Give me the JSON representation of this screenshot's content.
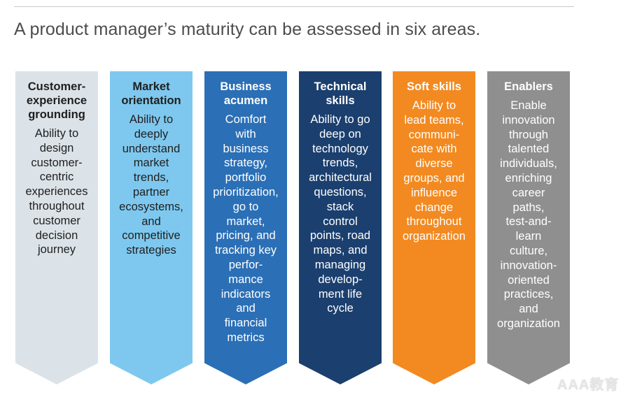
{
  "title": "A product manager’s maturity can be assessed in six areas.",
  "areas": [
    {
      "title": "Customer-\nexperience\ngrounding",
      "body": "Ability to\ndesign\ncustomer-\ncentric\nexperiences\nthroughout\ncustomer\ndecision\njourney",
      "color": "#dce3e8",
      "text_color": "#1f1f1f"
    },
    {
      "title": "Market\norientation",
      "body": "Ability to\ndeeply\nunderstand\nmarket\ntrends,\npartner\necosystems,\nand\ncompetitive\nstrategies",
      "color": "#7ec8ef",
      "text_color": "#1f1f1f"
    },
    {
      "title": "Business\nacumen",
      "body": "Comfort\nwith\nbusiness\nstrategy,\nportfolio\nprioritization,\ngo to\nmarket,\npricing, and\ntracking key\nperfor-\nmance\nindicators\nand\nfinancial\nmetrics",
      "color": "#2b6fb6",
      "text_color": "#ffffff"
    },
    {
      "title": "Technical\nskills",
      "body": "Ability to go\ndeep on\ntechnology\ntrends,\narchitectural\nquestions,\nstack\ncontrol\npoints, road\nmaps, and\nmanaging\ndevelop-\nment life\ncycle",
      "color": "#1b3f6e",
      "text_color": "#ffffff"
    },
    {
      "title": "Soft skills",
      "body": "Ability to\nlead teams,\ncommuni-\ncate with\ndiverse\ngroups, and\ninfluence\nchange\nthroughout\norganization",
      "color": "#f28a21",
      "text_color": "#ffffff"
    },
    {
      "title": "Enablers",
      "body": "Enable\ninnovation\nthrough\ntalented\nindividuals,\nenriching\ncareer\npaths,\ntest-and-\nlearn\nculture,\ninnovation-\noriented\npractices,\nand\norganization",
      "color": "#8f8f8f",
      "text_color": "#ffffff"
    }
  ],
  "watermark": "AAA教育"
}
